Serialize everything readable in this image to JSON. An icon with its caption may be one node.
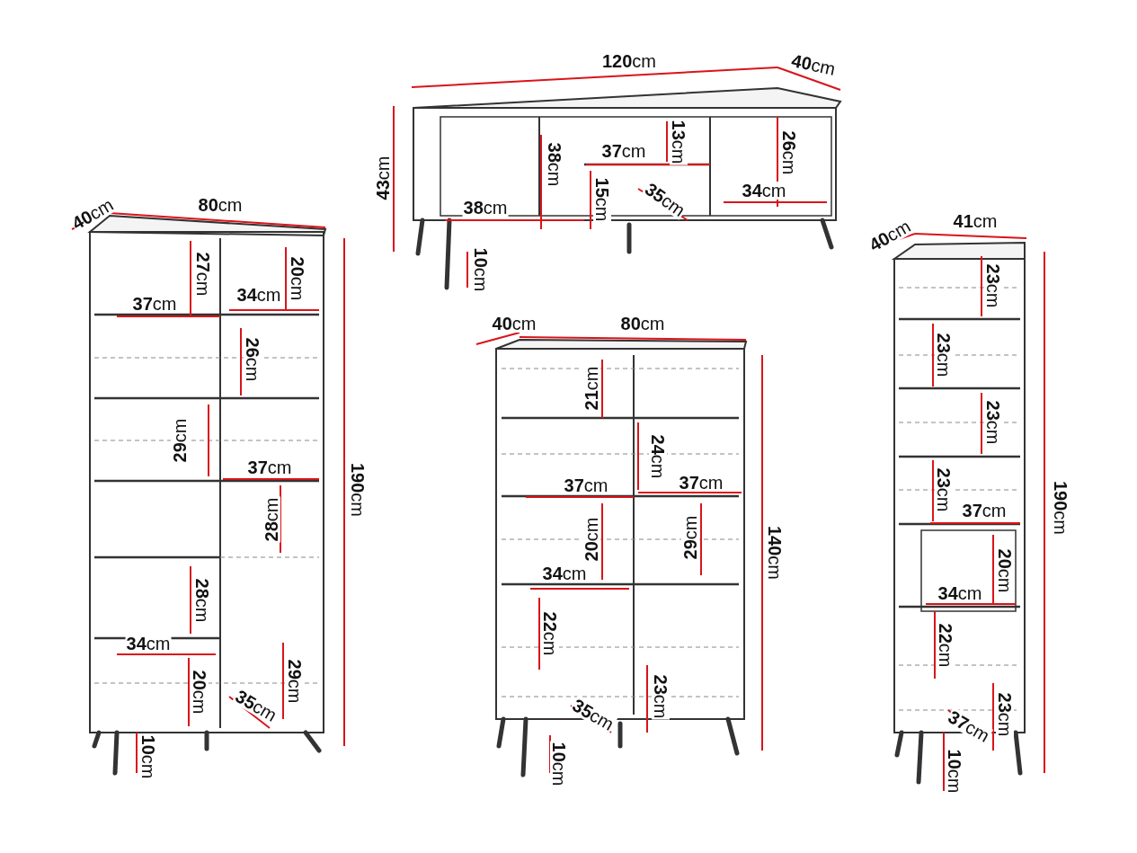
{
  "diagram": {
    "labels": [
      "**120**cm",
      "**40**cm",
      "**43**cm",
      "**38**cm",
      "**37**cm",
      "**13**cm",
      "**26**cm",
      "**15**cm",
      "**35**cm",
      "**38**cm",
      "**34**cm",
      "**10**cm",
      "**40**cm",
      "**80**cm",
      "**190**cm",
      "**27**cm",
      "**20**cm",
      "**37**cm",
      "**34**cm",
      "**26**cm",
      "**29**cm",
      "**37**cm",
      "**28**cm",
      "**28**cm",
      "**34**cm",
      "**20**cm",
      "**29**cm",
      "**35**cm",
      "**10**cm",
      "**40**cm",
      "**80**cm",
      "**140**cm",
      "**21**cm",
      "**24**cm",
      "**37**cm",
      "**37**cm",
      "**20**cm",
      "**29**cm",
      "**34**cm",
      "**22**cm",
      "**23**cm",
      "**35**cm",
      "**10**cm",
      "**40**cm",
      "**41**cm",
      "**190**cm",
      "**23**cm",
      "**23**cm",
      "**23**cm",
      "**23**cm",
      "**37**cm",
      "**20**cm",
      "**34**cm",
      "**22**cm",
      "**37**cm",
      "**23**cm",
      "**10**cm"
    ]
  }
}
